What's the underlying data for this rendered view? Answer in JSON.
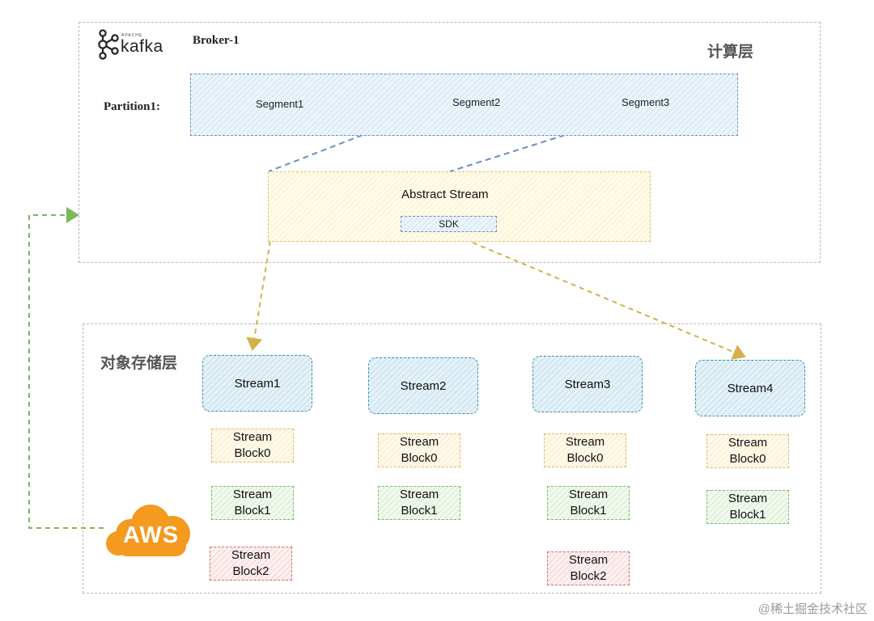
{
  "compute_layer": {
    "title": "计算层",
    "logo_small": "APACHE",
    "logo_text": "kafka",
    "broker": "Broker-1",
    "partition_label": "Partition1:",
    "segments": [
      "Segment1",
      "Segment2",
      "Segment3"
    ],
    "abstract_stream": "Abstract Stream",
    "sdk": "SDK"
  },
  "storage_layer": {
    "title": "对象存储层",
    "aws": "AWS",
    "streams": [
      {
        "name": "Stream1",
        "blocks": [
          {
            "label": "Stream\nBlock0",
            "color": "#e6b865"
          },
          {
            "label": "Stream\nBlock1",
            "color": "#79ba68"
          },
          {
            "label": "Stream\nBlock2",
            "color": "#d07070"
          }
        ]
      },
      {
        "name": "Stream2",
        "blocks": [
          {
            "label": "Stream\nBlock0",
            "color": "#e6b865"
          },
          {
            "label": "Stream\nBlock1",
            "color": "#79ba68"
          }
        ]
      },
      {
        "name": "Stream3",
        "blocks": [
          {
            "label": "Stream\nBlock0",
            "color": "#e6b865"
          },
          {
            "label": "Stream\nBlock1",
            "color": "#79ba68"
          },
          {
            "label": "Stream\nBlock2",
            "color": "#d07070"
          }
        ]
      },
      {
        "name": "Stream4",
        "blocks": [
          {
            "label": "Stream\nBlock0",
            "color": "#e6b865"
          },
          {
            "label": "Stream\nBlock1",
            "color": "#79ba68"
          }
        ]
      }
    ]
  },
  "watermark": "@稀土掘金技术社区",
  "colors": {
    "segment_link": "#6a8fc8",
    "stream_arrow": "#d4b04a",
    "aws_link": "#7bb85a",
    "aws_orange": "#f39a1f"
  }
}
